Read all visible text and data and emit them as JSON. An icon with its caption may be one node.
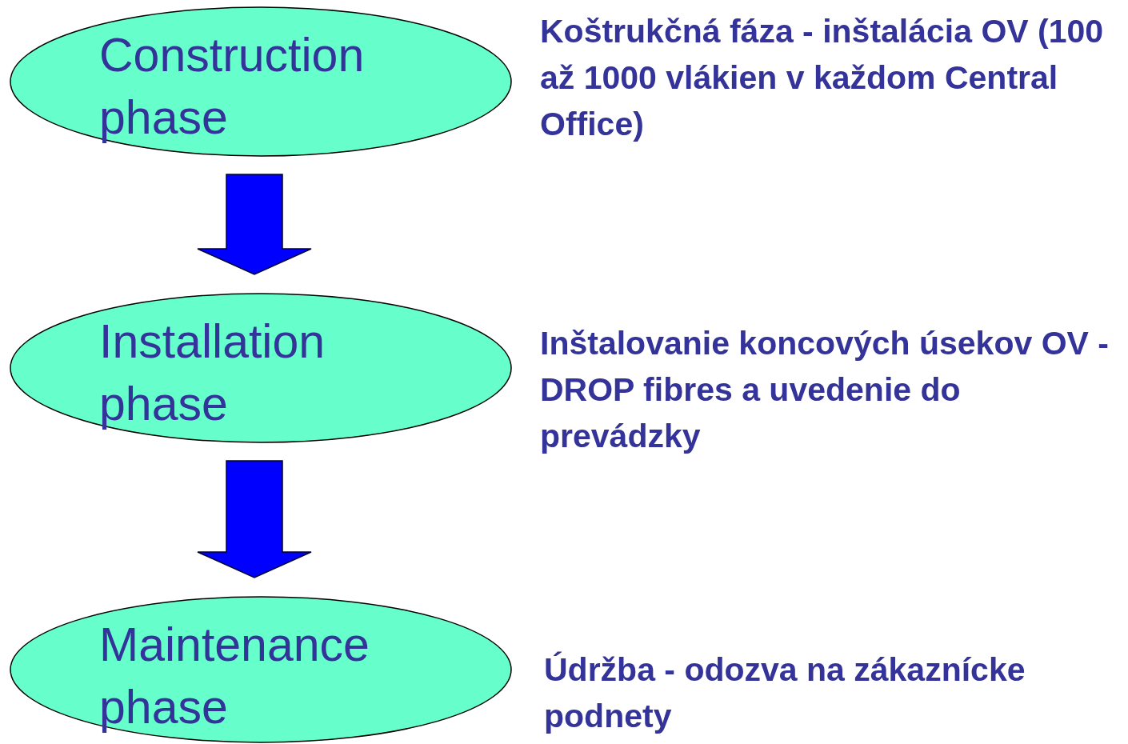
{
  "diagram": {
    "nodes": [
      {
        "text": [
          "Construction phase"
        ],
        "beside": [
          "Koštrukčná fáza - inštalácia OV (100 až 1000 vlákien v každom Central Office)"
        ]
      },
      {
        "text": [
          "Installation phase"
        ],
        "beside": [
          "Inštalovanie koncových úsekov OV - DROP fibres a uvedenie do prevádzky"
        ]
      },
      {
        "text": [
          "Maintenance phase"
        ],
        "beside": [
          "Údržba - odozva na zákaznícke podnety"
        ]
      }
    ],
    "edges": [
      {
        "from": 0,
        "to": 1,
        "arrow": "to"
      },
      {
        "from": 1,
        "to": 2,
        "arrow": "to"
      }
    ]
  }
}
